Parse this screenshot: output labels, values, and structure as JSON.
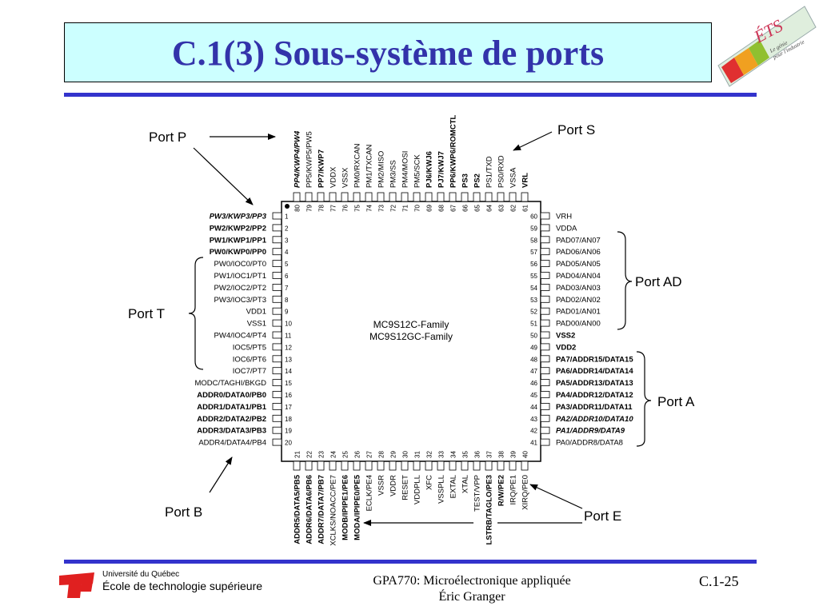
{
  "slide": {
    "title": "C.1(3) Sous-système de ports",
    "accent_color": "#3333cc",
    "title_bg": "#ccffff",
    "title_color": "#3333aa"
  },
  "logo": {
    "text": "ÉTS",
    "tagline": [
      "Le génie",
      "pour l'industrie"
    ]
  },
  "chip": {
    "family_lines": [
      "MC9S12C-Family",
      "MC9S12GC-Family"
    ]
  },
  "pins": {
    "left": [
      {
        "n": "1",
        "label": "PW3/KWP3/PP3",
        "style": "bi"
      },
      {
        "n": "2",
        "label": "PW2/KWP2/PP2",
        "style": "b"
      },
      {
        "n": "3",
        "label": "PW1/KWP1/PP1",
        "style": "b"
      },
      {
        "n": "4",
        "label": "PW0/KWP0/PP0",
        "style": "b"
      },
      {
        "n": "5",
        "label": "PW0/IOC0/PT0",
        "style": ""
      },
      {
        "n": "6",
        "label": "PW1/IOC1/PT1",
        "style": ""
      },
      {
        "n": "7",
        "label": "PW2/IOC2/PT2",
        "style": ""
      },
      {
        "n": "8",
        "label": "PW3/IOC3/PT3",
        "style": ""
      },
      {
        "n": "9",
        "label": "VDD1",
        "style": ""
      },
      {
        "n": "10",
        "label": "VSS1",
        "style": ""
      },
      {
        "n": "11",
        "label": "PW4/IOC4/PT4",
        "style": ""
      },
      {
        "n": "12",
        "label": "IOC5/PT5",
        "style": ""
      },
      {
        "n": "13",
        "label": "IOC6/PT6",
        "style": ""
      },
      {
        "n": "14",
        "label": "IOC7/PT7",
        "style": ""
      },
      {
        "n": "15",
        "label": "MODC/TAGHI/BKGD",
        "style": ""
      },
      {
        "n": "16",
        "label": "ADDR0/DATA0/PB0",
        "style": "b"
      },
      {
        "n": "17",
        "label": "ADDR1/DATA1/PB1",
        "style": "b"
      },
      {
        "n": "18",
        "label": "ADDR2/DATA2/PB2",
        "style": "b"
      },
      {
        "n": "19",
        "label": "ADDR3/DATA3/PB3",
        "style": "b"
      },
      {
        "n": "20",
        "label": "ADDR4/DATA4/PB4",
        "style": ""
      }
    ],
    "right": [
      {
        "n": "60",
        "label": "VRH",
        "style": ""
      },
      {
        "n": "59",
        "label": "VDDA",
        "style": ""
      },
      {
        "n": "58",
        "label": "PAD07/AN07",
        "style": ""
      },
      {
        "n": "57",
        "label": "PAD06/AN06",
        "style": ""
      },
      {
        "n": "56",
        "label": "PAD05/AN05",
        "style": ""
      },
      {
        "n": "55",
        "label": "PAD04/AN04",
        "style": ""
      },
      {
        "n": "54",
        "label": "PAD03/AN03",
        "style": ""
      },
      {
        "n": "53",
        "label": "PAD02/AN02",
        "style": ""
      },
      {
        "n": "52",
        "label": "PAD01/AN01",
        "style": ""
      },
      {
        "n": "51",
        "label": "PAD00/AN00",
        "style": ""
      },
      {
        "n": "50",
        "label": "VSS2",
        "style": "b"
      },
      {
        "n": "49",
        "label": "VDD2",
        "style": "b"
      },
      {
        "n": "48",
        "label": "PA7/ADDR15/DATA15",
        "style": "b"
      },
      {
        "n": "47",
        "label": "PA6/ADDR14/DATA14",
        "style": "b"
      },
      {
        "n": "46",
        "label": "PA5/ADDR13/DATA13",
        "style": "b"
      },
      {
        "n": "45",
        "label": "PA4/ADDR12/DATA12",
        "style": "b"
      },
      {
        "n": "44",
        "label": "PA3/ADDR11/DATA11",
        "style": "b"
      },
      {
        "n": "43",
        "label": "PA2/ADDR10/DATA10",
        "style": "bi"
      },
      {
        "n": "42",
        "label": "PA1/ADDR9/DATA9",
        "style": "bi"
      },
      {
        "n": "41",
        "label": "PA0/ADDR8/DATA8",
        "style": ""
      }
    ],
    "top": [
      {
        "n": "80",
        "label": "PP4/KWP4/PW4",
        "style": "bi"
      },
      {
        "n": "79",
        "label": "PP5/KWP5/PW5",
        "style": ""
      },
      {
        "n": "78",
        "label": "PP7/KWP7",
        "style": "b"
      },
      {
        "n": "77",
        "label": "VDDX",
        "style": ""
      },
      {
        "n": "76",
        "label": "VSSX",
        "style": ""
      },
      {
        "n": "75",
        "label": "PM0/RXCAN",
        "style": ""
      },
      {
        "n": "74",
        "label": "PM1/TXCAN",
        "style": ""
      },
      {
        "n": "73",
        "label": "PM2/MISO",
        "style": ""
      },
      {
        "n": "72",
        "label": "PM3/SS",
        "style": ""
      },
      {
        "n": "71",
        "label": "PM4/MOSI",
        "style": ""
      },
      {
        "n": "70",
        "label": "PM5/SCK",
        "style": ""
      },
      {
        "n": "69",
        "label": "PJ6/KWJ6",
        "style": "b"
      },
      {
        "n": "68",
        "label": "PJ7/KWJ7",
        "style": "b"
      },
      {
        "n": "67",
        "label": "PP6/KWP6/ROMCTL",
        "style": "b"
      },
      {
        "n": "66",
        "label": "PS3",
        "style": "b"
      },
      {
        "n": "65",
        "label": "PS2",
        "style": "b"
      },
      {
        "n": "64",
        "label": "PS1/TXD",
        "style": ""
      },
      {
        "n": "63",
        "label": "PS0/RXD",
        "style": ""
      },
      {
        "n": "62",
        "label": "VSSA",
        "style": ""
      },
      {
        "n": "61",
        "label": "VRL",
        "style": "b"
      }
    ],
    "bottom": [
      {
        "n": "21",
        "label": "ADDR5/DATA5/PB5",
        "style": "b"
      },
      {
        "n": "22",
        "label": "ADDR6/DATA6/PB6",
        "style": "b"
      },
      {
        "n": "23",
        "label": "ADDR7/DATA7/PB7",
        "style": "b"
      },
      {
        "n": "24",
        "label": "XCLKS/NOACC/PE7",
        "style": ""
      },
      {
        "n": "25",
        "label": "MODB/IPIPE1/PE6",
        "style": "b"
      },
      {
        "n": "26",
        "label": "MODA/IPIPE0/PE5",
        "style": "b"
      },
      {
        "n": "27",
        "label": "ECLK/PE4",
        "style": ""
      },
      {
        "n": "28",
        "label": "VSSR",
        "style": ""
      },
      {
        "n": "29",
        "label": "VDDR",
        "style": ""
      },
      {
        "n": "30",
        "label": "RESET",
        "style": ""
      },
      {
        "n": "31",
        "label": "VDDPLL",
        "style": ""
      },
      {
        "n": "32",
        "label": "XFC",
        "style": ""
      },
      {
        "n": "33",
        "label": "VSSPLL",
        "style": ""
      },
      {
        "n": "34",
        "label": "EXTAL",
        "style": ""
      },
      {
        "n": "35",
        "label": "XTAL",
        "style": ""
      },
      {
        "n": "36",
        "label": "TEST/VPP",
        "style": ""
      },
      {
        "n": "37",
        "label": "LSTRB/TAGLO/PE3",
        "style": "b"
      },
      {
        "n": "38",
        "label": "R/W/PE2",
        "style": "b"
      },
      {
        "n": "39",
        "label": "IRQ/PE1",
        "style": ""
      },
      {
        "n": "40",
        "label": "XIRQ/PE0",
        "style": ""
      }
    ]
  },
  "ports": {
    "p": "Port P",
    "s": "Port S",
    "t": "Port T",
    "ad": "Port AD",
    "a": "Port A",
    "b": "Port B",
    "e": "Port E"
  },
  "footer": {
    "university": "Université du Québec",
    "school": "École de technologie supérieure",
    "course": "GPA770:  Microélectronique appliquée",
    "author": "Éric Granger",
    "page": "C.1-25"
  }
}
